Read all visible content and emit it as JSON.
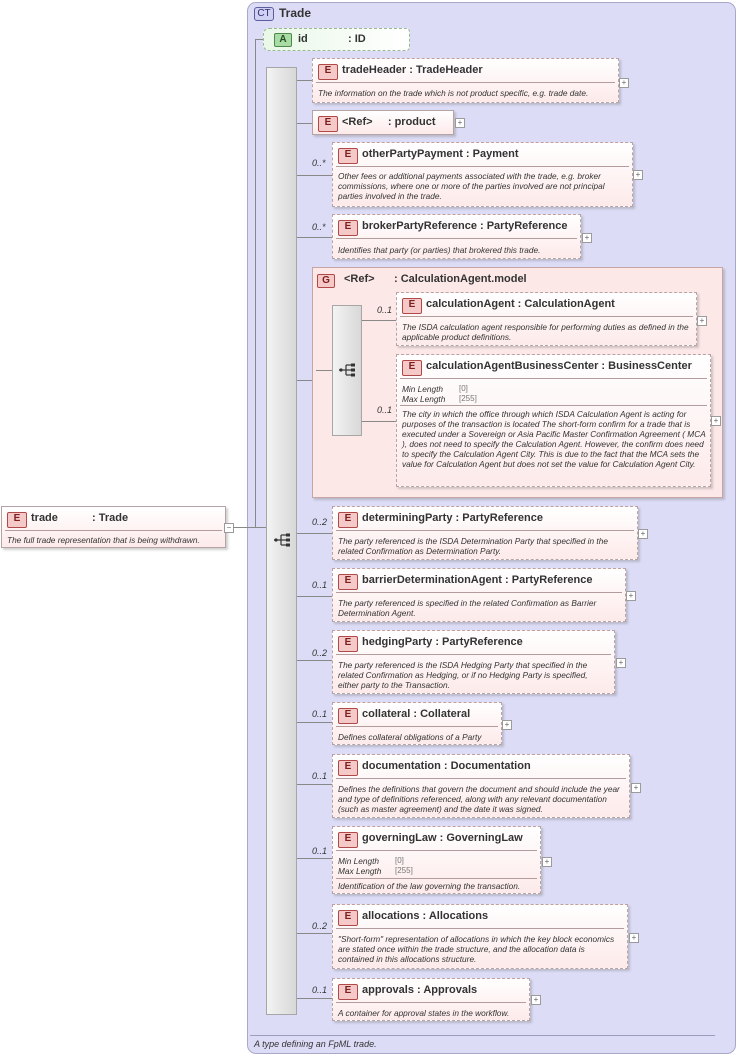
{
  "complex_type": {
    "badge": "CT",
    "name": "Trade",
    "doc": "A type defining an FpML trade."
  },
  "attribute": {
    "badge": "A",
    "name": "id",
    "type": ": ID"
  },
  "root": {
    "badge": "E",
    "name": "trade",
    "type": ": Trade",
    "doc": "The full trade representation that is being withdrawn.",
    "collapse": "−"
  },
  "elements": [
    {
      "badge": "E",
      "title": "tradeHeader : TradeHeader",
      "mult": "",
      "doc": "The information on the trade which is not product specific, e.g. trade date.",
      "expand": "+"
    },
    {
      "badge": "E",
      "title": "<Ref>     : product",
      "mult": "",
      "doc": "",
      "expand": "+"
    },
    {
      "badge": "E",
      "title": "otherPartyPayment : Payment",
      "mult": "0..*",
      "doc": "Other fees or additional payments associated with the trade, e.g. broker commissions, where one or more of the parties involved are not principal parties involved in the trade.",
      "expand": "+"
    },
    {
      "badge": "E",
      "title": "brokerPartyReference : PartyReference",
      "mult": "0..*",
      "doc": "Identifies that party (or parties) that brokered this trade.",
      "expand": "+"
    },
    {
      "badge": "E",
      "title": "determiningParty : PartyReference",
      "mult": "0..2",
      "doc": "The party referenced is the ISDA Determination Party that specified in the related Confirmation as Determination Party.",
      "expand": "+"
    },
    {
      "badge": "E",
      "title": "barrierDeterminationAgent : PartyReference",
      "mult": "0..1",
      "doc": "The party referenced is specified in the related Confirmation as Barrier Determination Agent.",
      "expand": "+"
    },
    {
      "badge": "E",
      "title": "hedgingParty : PartyReference",
      "mult": "0..2",
      "doc": "The party referenced is the ISDA Hedging Party that specified in the related Confirmation as Hedging, or if no Hedging Party is specified, either party to the Transaction.",
      "expand": "+"
    },
    {
      "badge": "E",
      "title": "collateral : Collateral",
      "mult": "0..1",
      "doc": "Defines collateral obligations of a Party",
      "expand": "+"
    },
    {
      "badge": "E",
      "title": "documentation : Documentation",
      "mult": "0..1",
      "doc": "Defines the definitions that govern the document and should include the year and type of definitions referenced, along with any relevant documentation (such as master agreement) and the date it was signed.",
      "expand": "+"
    },
    {
      "badge": "E",
      "title": "governingLaw : GoverningLaw",
      "mult": "0..1",
      "doc": "Identification of the law governing the transaction.",
      "facets": [
        {
          "label": "Min Length",
          "value": "[0]"
        },
        {
          "label": "Max Length",
          "value": "[255]"
        }
      ],
      "expand": "+"
    },
    {
      "badge": "E",
      "title": "allocations : Allocations",
      "mult": "0..2",
      "doc": "\"Short-form\" representation of allocations in which the key block economics are stated once within the trade structure, and the allocation data is contained in this allocations structure.",
      "expand": "+"
    },
    {
      "badge": "E",
      "title": "approvals : Approvals",
      "mult": "0..1",
      "doc": "A container for approval states in the workflow.",
      "expand": "+"
    }
  ],
  "group": {
    "badge": "G",
    "ref": "<Ref>",
    "type": ": CalculationAgent.model",
    "children": [
      {
        "badge": "E",
        "title": "calculationAgent : CalculationAgent",
        "mult": "0..1",
        "doc": "The ISDA calculation agent responsible for performing duties as defined in the applicable product definitions.",
        "expand": "+"
      },
      {
        "badge": "E",
        "title": "calculationAgentBusinessCenter : BusinessCenter",
        "mult": "0..1",
        "facets": [
          {
            "label": "Min Length",
            "value": "[0]"
          },
          {
            "label": "Max Length",
            "value": "[255]"
          }
        ],
        "doc": "The city in which the office through which ISDA Calculation Agent is acting for purposes of the transaction is located The short-form confirm for a trade that is executed under a Sovereign or Asia Pacific Master Confirmation Agreement ( MCA ), does not need to specify the Calculation Agent. However, the confirm does need to specify the Calculation Agent City. This is due to the fact that the MCA sets the value for Calculation Agent but does not set the value for Calculation Agent City.",
        "expand": "+"
      }
    ]
  }
}
